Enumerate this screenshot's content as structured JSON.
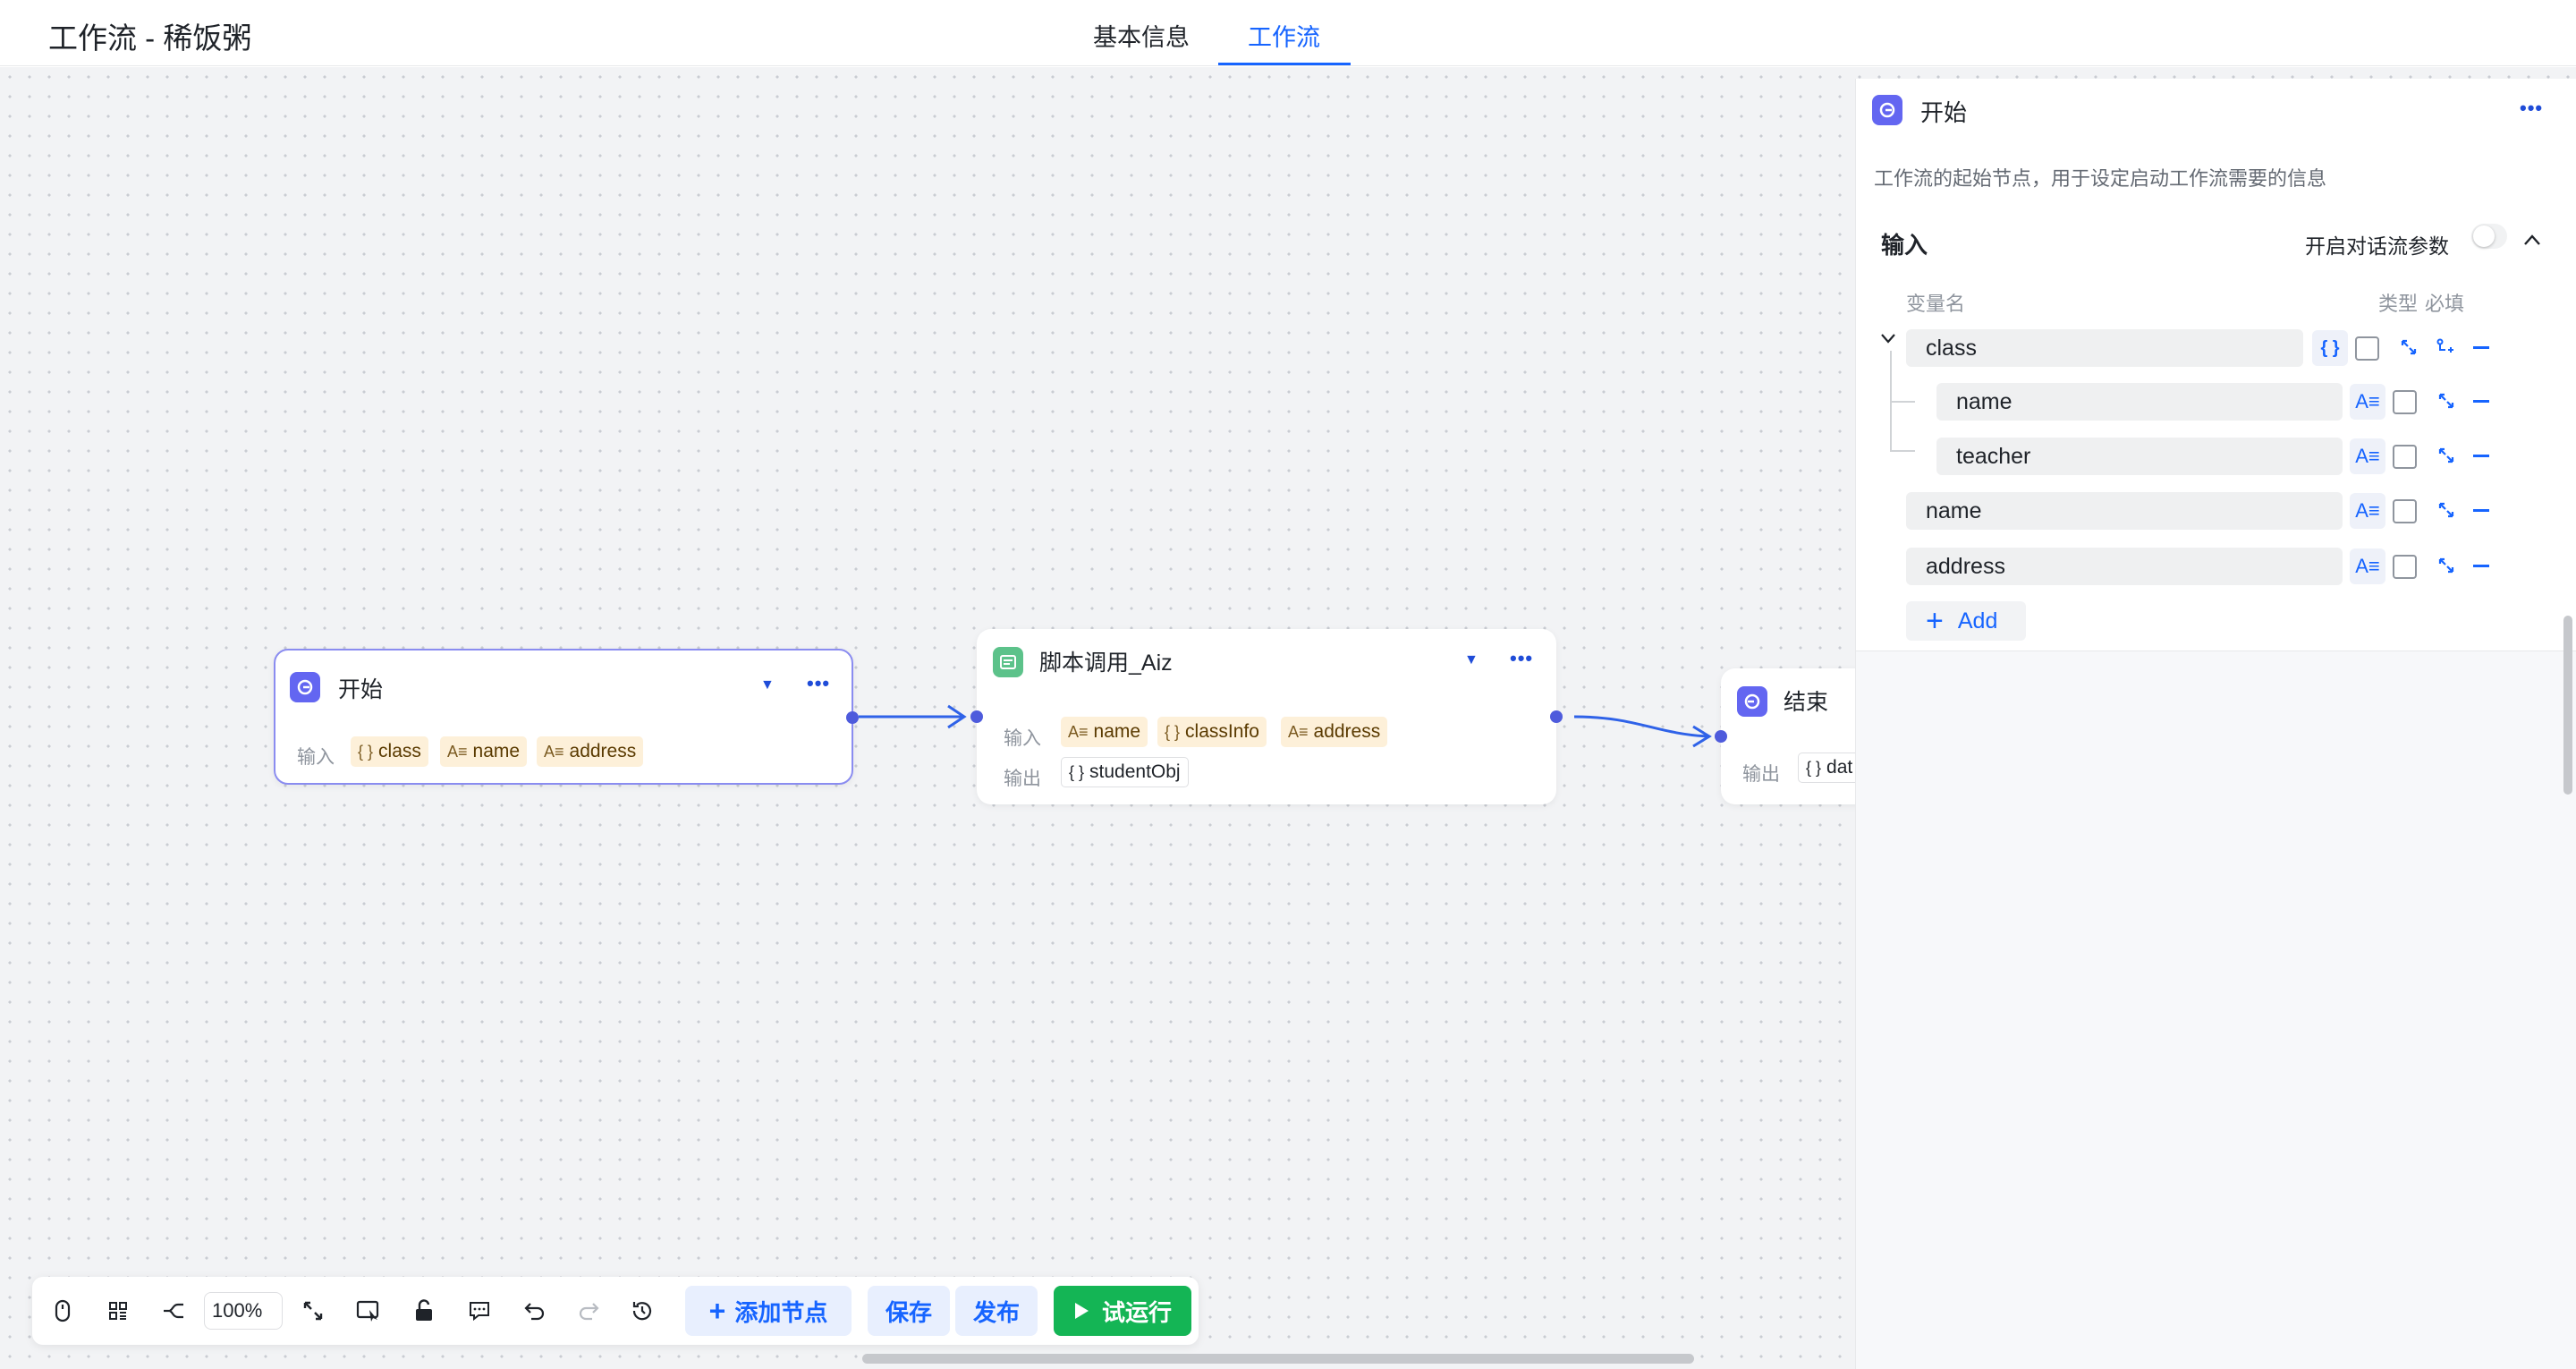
{
  "header": {
    "title": "工作流 - 稀饭粥",
    "tabs": [
      "基本信息",
      "工作流"
    ]
  },
  "nodes": {
    "start": {
      "title": "开始",
      "input_label": "输入",
      "inputs": [
        "class",
        "name",
        "address"
      ],
      "more": "•••",
      "caret": "▼"
    },
    "script": {
      "title": "脚本调用_Aiz",
      "input_label": "输入",
      "inputs": [
        "name",
        "classInfo",
        "address"
      ],
      "output_label": "输出",
      "outputs": [
        "studentObj"
      ],
      "more": "•••",
      "caret": "▼"
    },
    "end": {
      "title": "结束",
      "output_label": "输出",
      "outputs": [
        "dat"
      ]
    }
  },
  "toolbar": {
    "zoom": "100%",
    "add_node": "添加节点",
    "save": "保存",
    "publish": "发布",
    "run": "试运行",
    "icons": [
      "mouse-icon",
      "grid-icon",
      "branch-icon",
      "fit-view-icon",
      "select-icon",
      "unlock-icon",
      "comment-icon",
      "undo-icon",
      "redo-icon",
      "history-icon"
    ]
  },
  "panel": {
    "title": "开始",
    "more": "•••",
    "description": "工作流的起始节点，用于设定启动工作流需要的信息",
    "section": "输入",
    "toggle_label": "开启对话流参数",
    "col_name": "变量名",
    "col_type": "类型",
    "col_required": "必填",
    "variables": [
      {
        "name": "class",
        "type": "object",
        "type_glyph": "{ }"
      },
      {
        "name": "name",
        "type": "string",
        "type_glyph": "A≡"
      },
      {
        "name": "teacher",
        "type": "string",
        "type_glyph": "A≡"
      },
      {
        "name": "name",
        "type": "string",
        "type_glyph": "A≡"
      },
      {
        "name": "address",
        "type": "string",
        "type_glyph": "A≡"
      }
    ],
    "add_label": "Add"
  },
  "colors": {
    "accent": "#1664ff",
    "run_green": "#14b555",
    "tag_bg": "#fdf0d9",
    "port": "#4e5bdc"
  }
}
